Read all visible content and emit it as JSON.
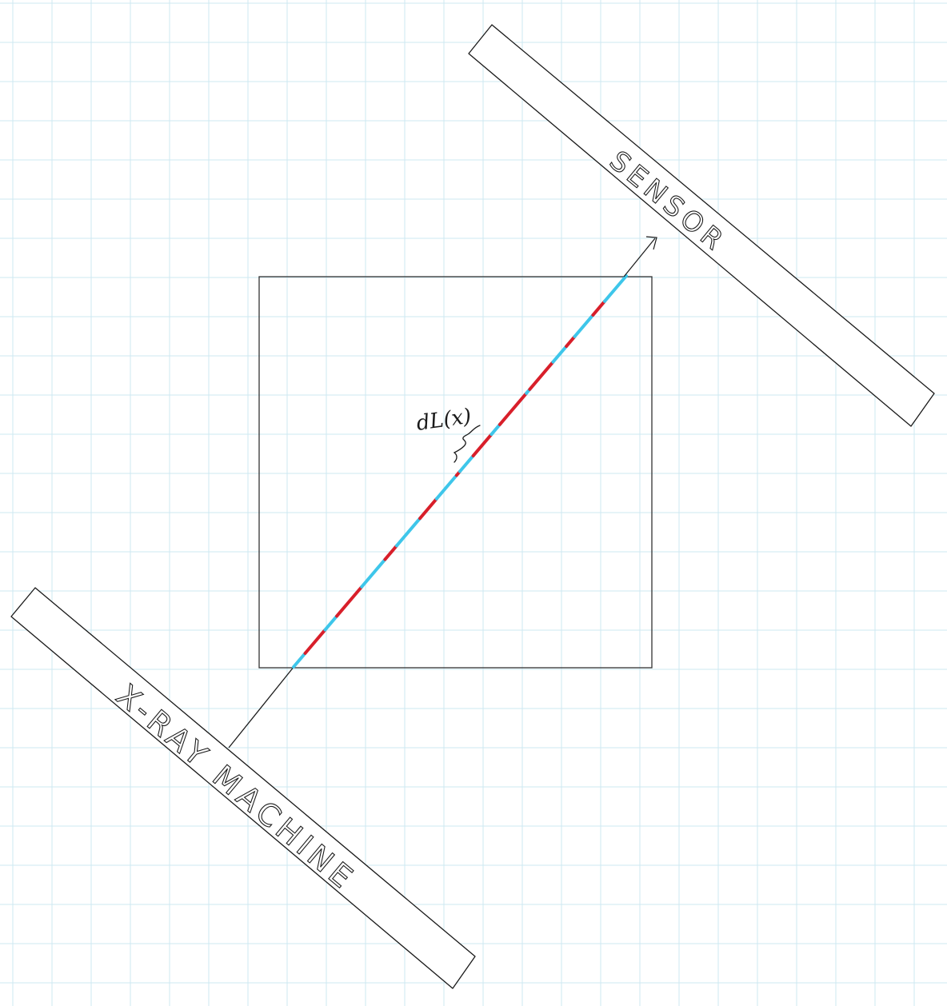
{
  "labels": {
    "sensor": "SENSOR",
    "xray_machine": "X-RAY MACHINE",
    "path_element": "dL(x)"
  },
  "colors": {
    "grid": "#cde9f2",
    "ink": "#1a1a1a",
    "ray_segment_a": "#3ec6ea",
    "ray_segment_b": "#d81f2a",
    "background": "#ffffff"
  }
}
